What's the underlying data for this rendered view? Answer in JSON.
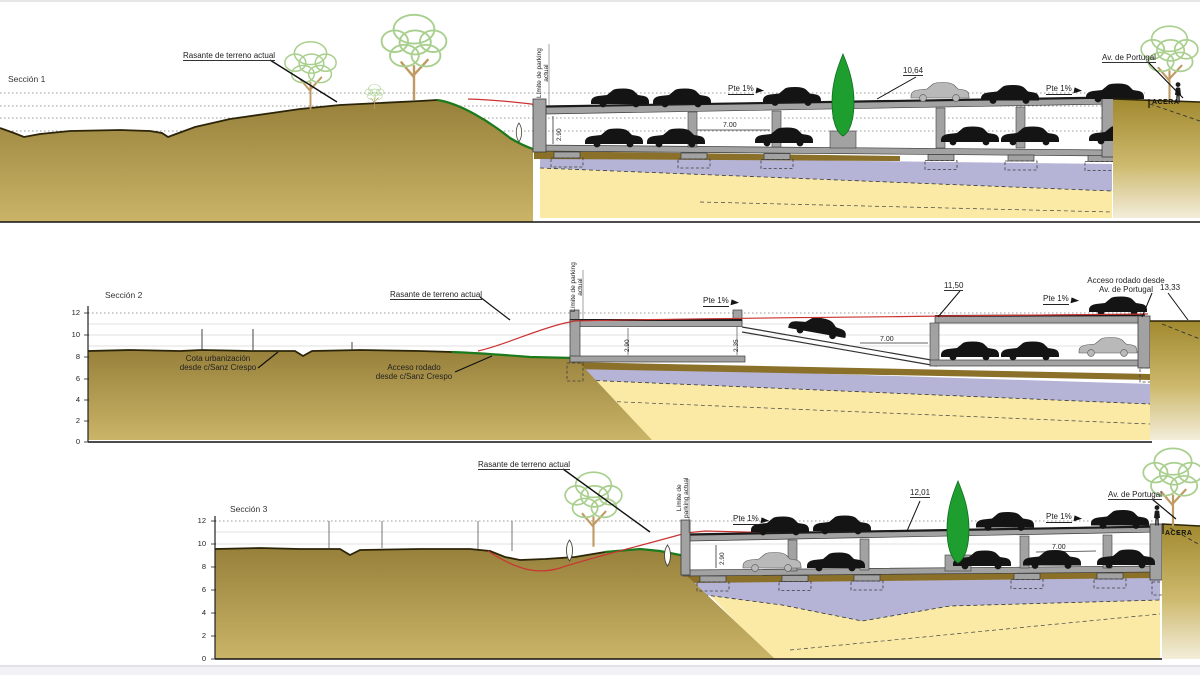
{
  "colors": {
    "ground_dark": "#97803a",
    "ground_light": "#cab468",
    "ground_fade": "#f3edda",
    "fill_yellow": "#faeaa6",
    "fill_purple": "#b5b4d6",
    "concrete": "#a2a2a2",
    "rasante_red": "#cc3333",
    "ground_green": "#1a7a1c",
    "conifer_green": "#1f9e30",
    "tree_sketch_green": "#a9cf8e"
  },
  "sections": {
    "s1": {
      "title": "Sección 1",
      "rasante": "Rasante de terreno actual",
      "limite_line1": "Límite de parking",
      "limite_line2": "actual",
      "pte_left": "Pte 1%",
      "pte_right": "Pte 1%",
      "dim_top": "10,64",
      "dim_span": "7.00",
      "dim_height": "2.90",
      "av_portugal": "Av. de Portugal",
      "acera": "ACERA"
    },
    "s2": {
      "title": "Sección 2",
      "axis": [
        "12",
        "10",
        "8",
        "6",
        "4",
        "2",
        "0"
      ],
      "rasante": "Rasante de terreno actual",
      "cota_line1": "Cota urbanización",
      "cota_line2": "desde c/Sanz Crespo",
      "acceso_line1": "Acceso rodado",
      "acceso_line2": "desde c/Sanz Crespo",
      "limite_line1": "Límite de parking",
      "limite_line2": "actual",
      "pte_left": "Pte 1%",
      "pte_right": "Pte 1%",
      "dim_top": "11,50",
      "dim_right": "13,33",
      "acceso_pt_line1": "Acceso rodado desde",
      "acceso_pt_line2": "Av. de Portugal",
      "dim_span": "7.00",
      "dim_h1": "2.90",
      "dim_h2": "2.35"
    },
    "s3": {
      "title": "Sección 3",
      "axis": [
        "12",
        "10",
        "8",
        "6",
        "4",
        "2",
        "0"
      ],
      "rasante": "Rasante de terreno actual",
      "limite_line1": "Límite de",
      "limite_line2": "parking actual",
      "pte_left": "Pte 1%",
      "pte_right": "Pte 1%",
      "dim_top": "12,01",
      "dim_span": "7.00",
      "dim_height": "2.90",
      "av_portugal": "Av. de Portugal",
      "acera": "ACERA"
    }
  }
}
